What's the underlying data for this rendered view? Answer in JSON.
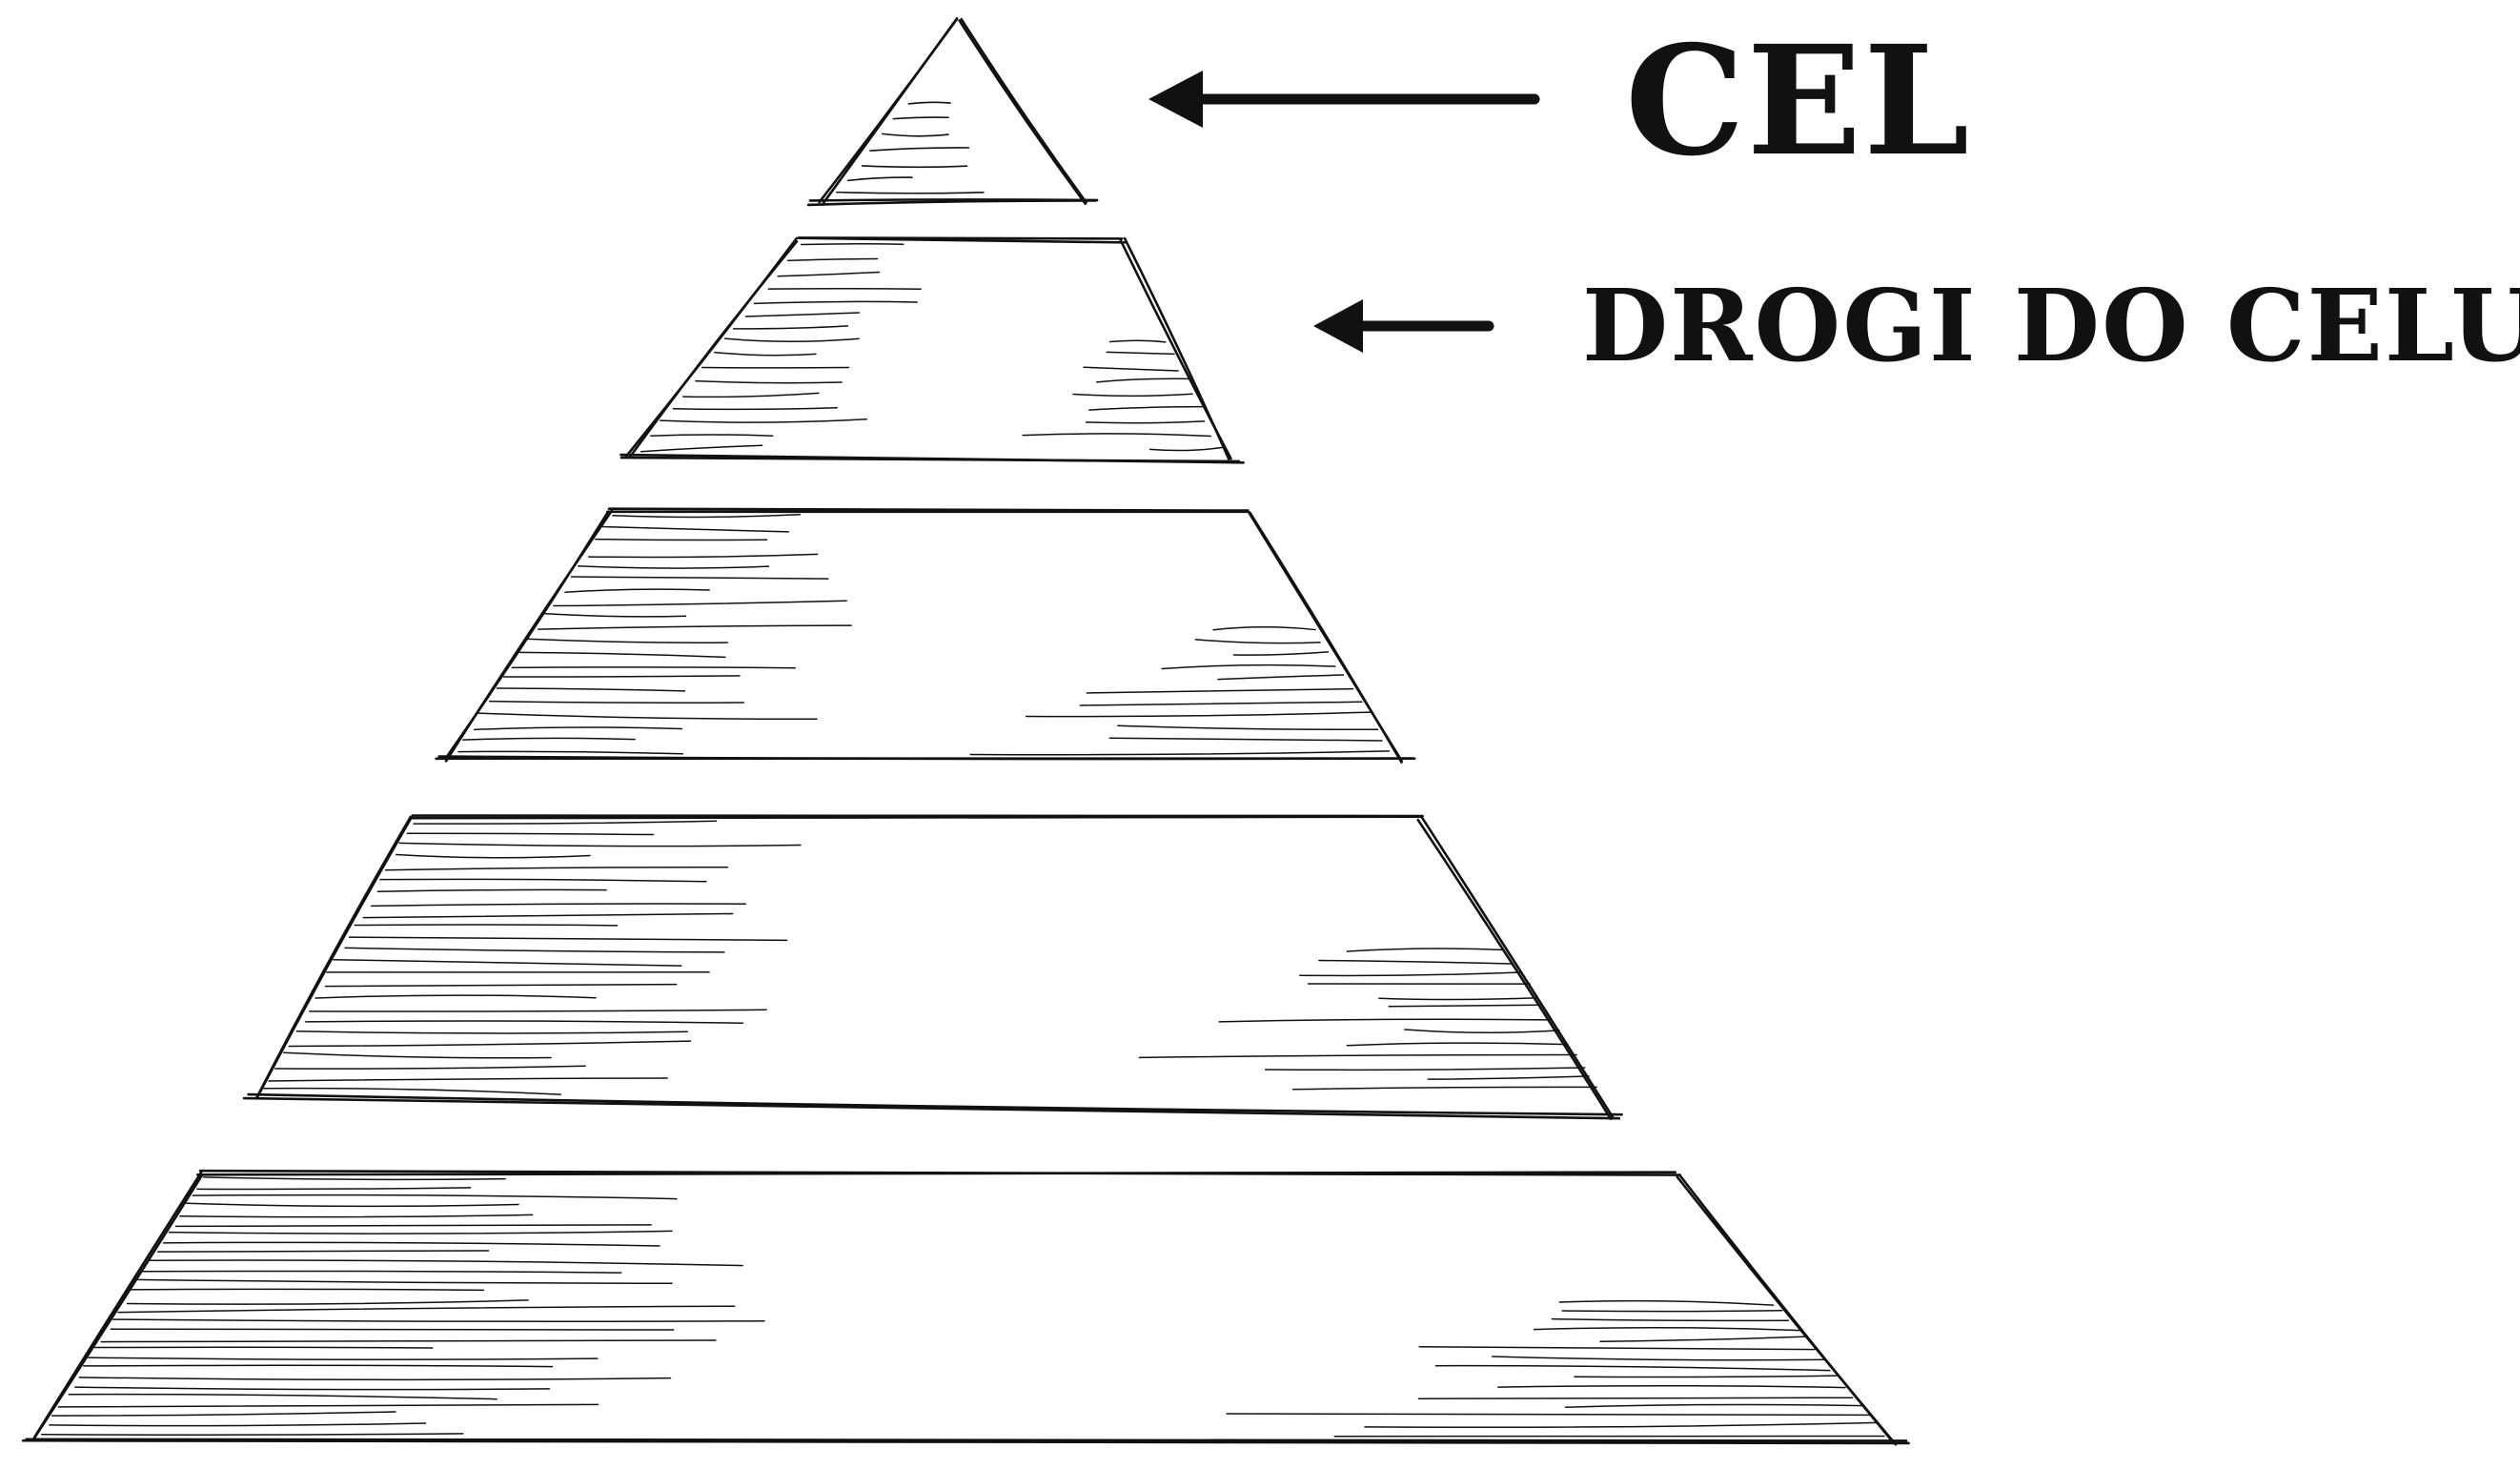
{
  "labels": {
    "top": "CEL",
    "second": "DROGI DO CELU"
  },
  "colors": {
    "ink": "#111111",
    "background": "#ffffff"
  },
  "diagram": {
    "type": "pyramid",
    "tiers": 5,
    "labeled_tiers": [
      1,
      2
    ]
  }
}
